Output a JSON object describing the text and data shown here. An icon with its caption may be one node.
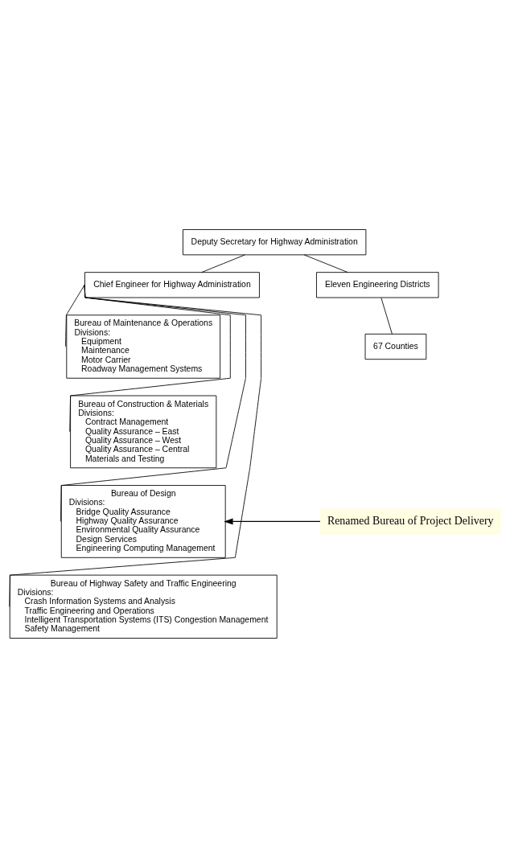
{
  "diagram": {
    "nodes": [
      {
        "text": [
          "Deputy Secretary for Highway Administration"
        ]
      },
      {
        "text": [
          "Chief Engineer for Highway Administration"
        ]
      },
      {
        "text": [
          "Eleven Engineering Districts"
        ]
      },
      {
        "text": [
          "67 Counties"
        ]
      },
      {
        "text": [
          "Bureau of Maintenance & Operations",
          "Divisions:",
          "Equipment",
          "Maintenance",
          "Motor Carrier",
          "Roadway Management Systems"
        ]
      },
      {
        "text": [
          "Bureau of Construction & Materials",
          "Divisions:",
          "Contract Management",
          "Quality Assurance – East",
          "Quality Assurance – West",
          "Quality Assurance – Central",
          "Materials and Testing"
        ]
      },
      {
        "text": [
          "Bureau of Design",
          "Divisions:",
          "Bridge Quality Assurance",
          "Highway Quality Assurance",
          "Environmental Quality Assurance",
          "Design Services",
          "Engineering Computing Management"
        ]
      },
      {
        "text": [
          "Bureau of Highway Safety and Traffic Engineering",
          "Divisions:",
          "Crash Information Systems and Analysis",
          "Traffic Engineering and Operations",
          "Intelligent Transportation Systems (ITS) Congestion Management",
          "Safety Management"
        ]
      },
      {
        "text": [
          "Renamed Bureau of Project Delivery"
        ]
      }
    ],
    "edges": [
      {
        "from": 0,
        "to": 1,
        "arrow": "none"
      },
      {
        "from": 0,
        "to": 2,
        "arrow": "none"
      },
      {
        "from": 2,
        "to": 3,
        "arrow": "none"
      },
      {
        "from": 1,
        "to": 4,
        "arrow": "none"
      },
      {
        "from": 1,
        "to": 5,
        "arrow": "none"
      },
      {
        "from": 1,
        "to": 6,
        "arrow": "none"
      },
      {
        "from": 1,
        "to": 7,
        "arrow": "none"
      },
      {
        "from": 8,
        "to": 6,
        "arrow": "to"
      }
    ]
  }
}
